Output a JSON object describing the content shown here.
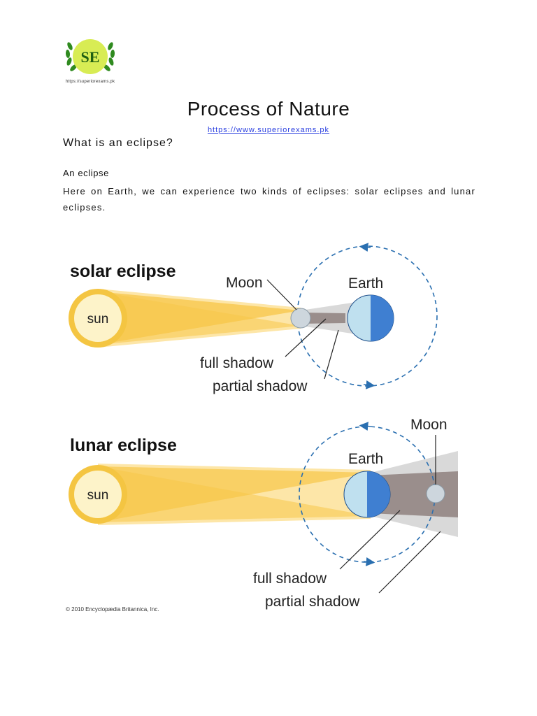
{
  "logo": {
    "initials": "SE",
    "url": "https://superiorexams.pk"
  },
  "title": "Process of Nature",
  "site_link": "https://www.superiorexams.pk",
  "question": "What is an eclipse?",
  "subhead": "An eclipse",
  "body": "Here on Earth, we can experience two kinds of eclipses: solar eclipses and lunar eclipses.",
  "diagram": {
    "solar": {
      "heading": "solar eclipse",
      "sun": "sun",
      "moon": "Moon",
      "earth": "Earth",
      "full_shadow": "full shadow",
      "partial_shadow": "partial shadow"
    },
    "lunar": {
      "heading": "lunar eclipse",
      "sun": "sun",
      "moon": "Moon",
      "earth": "Earth",
      "full_shadow": "full shadow",
      "partial_shadow": "partial shadow"
    },
    "copyright": "© 2010 Encyclopædia Britannica, Inc."
  },
  "colors": {
    "sun_fill": "#fdf3c9",
    "sun_ring": "#f4c542",
    "ray_light": "#fde6a8",
    "ray_dark": "#f7c648",
    "earth_light": "#bfe0ef",
    "earth_dark": "#3f7fd1",
    "moon": "#cdd6dd",
    "umbra": "#9a8e8c",
    "penumbra": "#d9d9d9",
    "orbit": "#2a6fb0",
    "link": "#2a3fe0",
    "logo_green": "#2f8a1f",
    "logo_yellow": "#d8ec54"
  }
}
